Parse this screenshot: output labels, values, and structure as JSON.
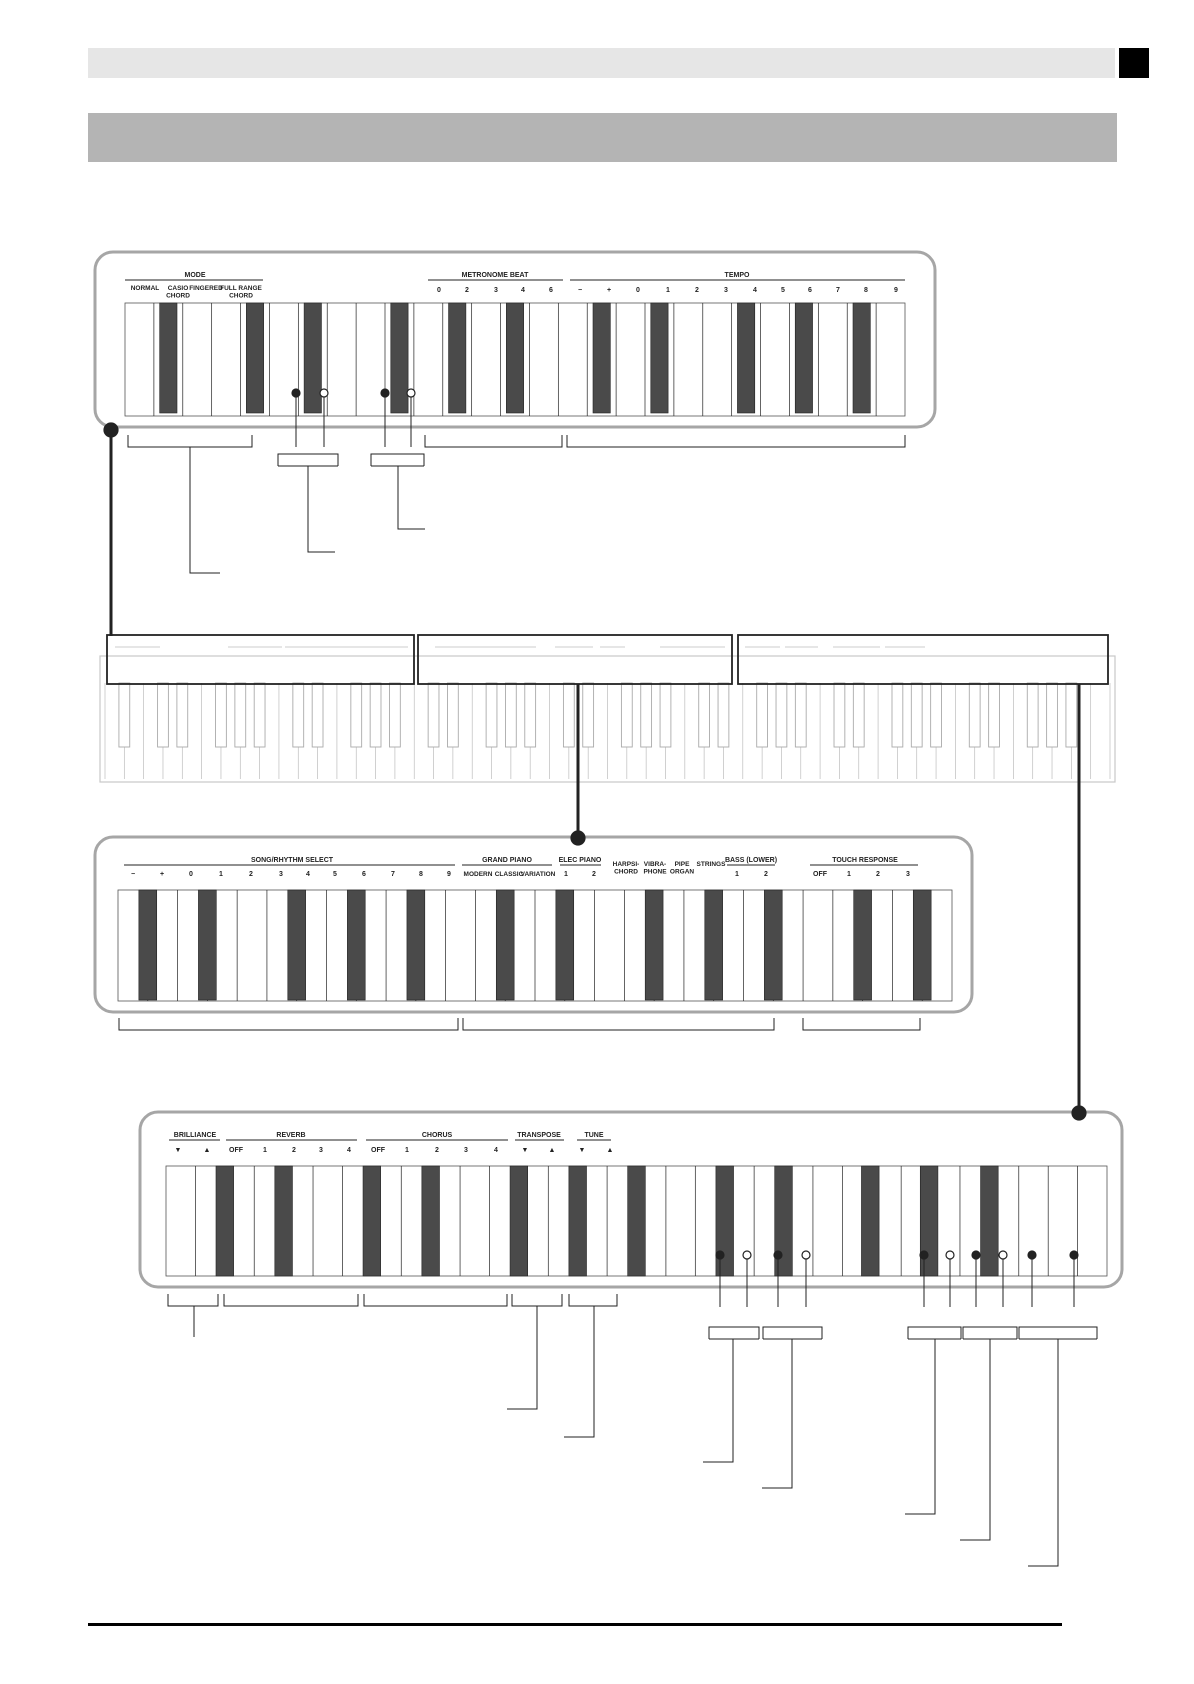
{
  "colors": {
    "header_bar": "#e6e6e6",
    "header_tab": "#000000",
    "section_bar": "#b4b4b4",
    "panel_border": "#a6a6a6",
    "black_key": "#4a4a4a"
  },
  "panel1": {
    "groups": [
      {
        "title": "MODE",
        "labels": [
          "NORMAL",
          "CASIO\nCHORD",
          "FINGERED",
          "FULL RANGE\nCHORD"
        ]
      },
      {
        "title": "METRONOME BEAT",
        "labels": [
          "0",
          "2",
          "3",
          "4",
          "6"
        ]
      },
      {
        "title": "TEMPO",
        "labels": [
          "−",
          "+",
          "0",
          "1",
          "2",
          "3",
          "4",
          "5",
          "6",
          "7",
          "8",
          "9"
        ]
      }
    ]
  },
  "panel2": {
    "groups": [
      {
        "title": "SONG/RHYTHM SELECT",
        "labels": [
          "−",
          "+",
          "0",
          "1",
          "2",
          "3",
          "4",
          "5",
          "6",
          "7",
          "8",
          "9"
        ]
      },
      {
        "title": "GRAND PIANO",
        "labels": [
          "MODERN",
          "CLASSIC",
          "VARIATION"
        ]
      },
      {
        "title": "ELEC PIANO",
        "labels": [
          "1",
          "2"
        ]
      },
      {
        "title": "",
        "labels": [
          "HARPSI-\nCHORD",
          "VIBRA-\nPHONE",
          "PIPE\nORGAN",
          "STRINGS"
        ]
      },
      {
        "title": "BASS (LOWER)",
        "labels": [
          "1",
          "2"
        ]
      },
      {
        "title": "TOUCH RESPONSE",
        "labels": [
          "OFF",
          "1",
          "2",
          "3"
        ]
      }
    ]
  },
  "panel3": {
    "groups": [
      {
        "title": "BRILLIANCE",
        "labels": [
          "▼",
          "▲"
        ]
      },
      {
        "title": "REVERB",
        "labels": [
          "OFF",
          "1",
          "2",
          "3",
          "4"
        ]
      },
      {
        "title": "CHORUS",
        "labels": [
          "OFF",
          "1",
          "2",
          "3",
          "4"
        ]
      },
      {
        "title": "TRANSPOSE",
        "labels": [
          "▼",
          "▲"
        ]
      },
      {
        "title": "TUNE",
        "labels": [
          "▼",
          "▲"
        ]
      }
    ]
  }
}
